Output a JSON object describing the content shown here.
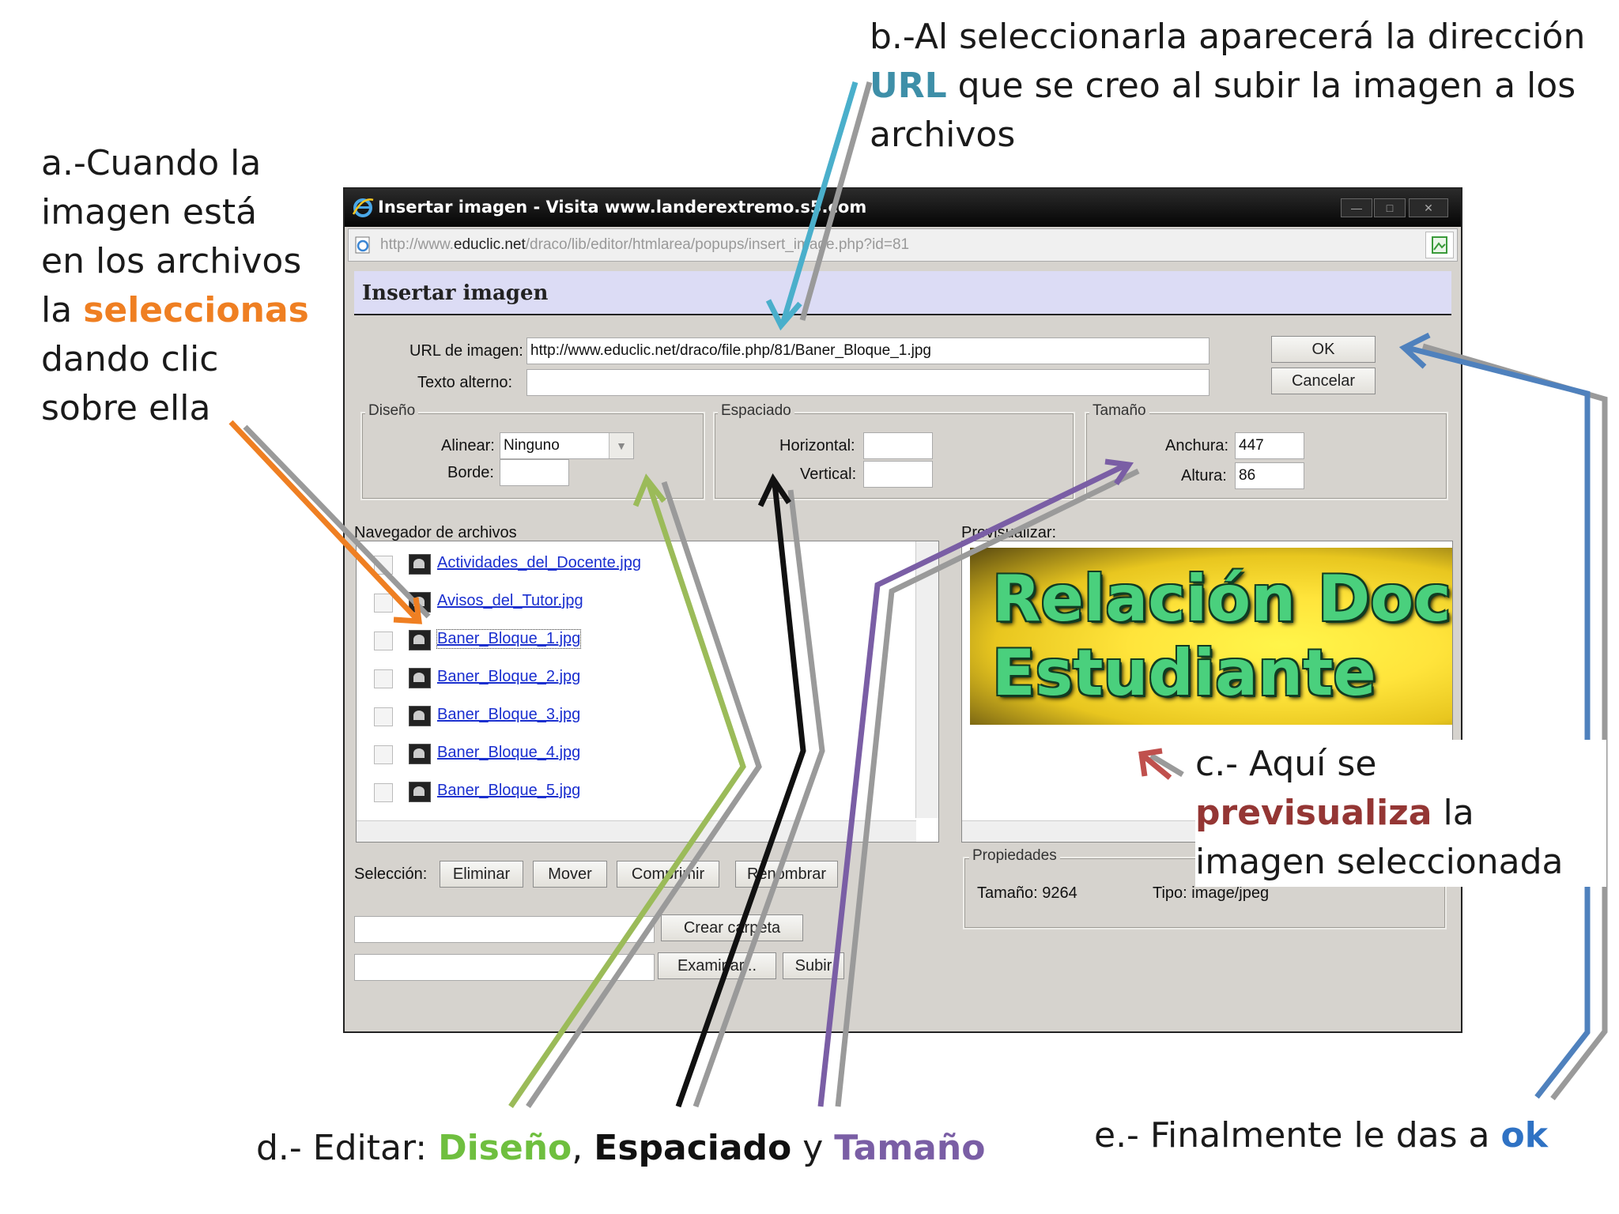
{
  "annotations": {
    "a": {
      "prefix": "a.-Cuando la imagen está en los archivos la ",
      "highlight": "seleccionas",
      "suffix": " dando clic sobre ella"
    },
    "b": {
      "line1": "b.-Al seleccionarla aparecerá la dirección",
      "highlight": "URL",
      "rest": " que se creo al subir la imagen a los archivos"
    },
    "c": {
      "line1": "c.- Aquí se",
      "highlight": "previsualiza",
      "rest": " la imagen seleccionada"
    },
    "d": {
      "prefix": "d.- Editar: ",
      "h1": "Diseño",
      "sep1": ", ",
      "h2": "Espaciado",
      "sep2": " y ",
      "h3": "Tamaño"
    },
    "e": {
      "prefix": "e.- Finalmente le das a ",
      "highlight": "ok"
    }
  },
  "window": {
    "title": "Insertar imagen - Visita www.landerextremo.s5.com",
    "address_prefix": "http://www.",
    "address_domain": "educlic.net",
    "address_path": "/draco/lib/editor/htmlarea/popups/insert_image.php?id=81"
  },
  "dialog": {
    "heading": "Insertar imagen",
    "url_label": "URL de imagen:",
    "url_value": "http://www.educlic.net/draco/file.php/81/Baner_Bloque_1.jpg",
    "alt_label": "Texto alterno:",
    "alt_value": "",
    "ok_label": "OK",
    "cancel_label": "Cancelar"
  },
  "design": {
    "legend": "Diseño",
    "align_label": "Alinear:",
    "align_value": "Ninguno",
    "border_label": "Borde:",
    "border_value": ""
  },
  "spacing": {
    "legend": "Espaciado",
    "horizontal_label": "Horizontal:",
    "horizontal_value": "",
    "vertical_label": "Vertical:",
    "vertical_value": ""
  },
  "size": {
    "legend": "Tamaño",
    "width_label": "Anchura:",
    "width_value": "447",
    "height_label": "Altura:",
    "height_value": "86"
  },
  "file_browser": {
    "label": "Navegador de archivos",
    "files": [
      "Actividades_del_Docente.jpg",
      "Avisos_del_Tutor.jpg",
      "Baner_Bloque_1.jpg",
      "Baner_Bloque_2.jpg",
      "Baner_Bloque_3.jpg",
      "Baner_Bloque_4.jpg",
      "Baner_Bloque_5.jpg"
    ]
  },
  "preview": {
    "label": "Previsualizar:",
    "banner_line1": "Relación Docen",
    "banner_line2": "Estudiante"
  },
  "selection": {
    "label": "Selección:",
    "delete": "Eliminar",
    "move": "Mover",
    "compress": "Comprimir",
    "rename": "Renombrar"
  },
  "folder": {
    "create_label": "Crear carpeta",
    "browse_label": "Examinar...",
    "upload_label": "Subir"
  },
  "properties": {
    "legend": "Propiedades",
    "size_text": "Tamaño: 9264",
    "type_text": "Tipo: image/jpeg"
  },
  "colors": {
    "orange": "#ef7f22",
    "teal": "#3e8fa8",
    "red": "#943634",
    "green": "#6fbf3f",
    "black": "#111111",
    "purple": "#7a5ea5",
    "blue": "#2f72c4"
  }
}
